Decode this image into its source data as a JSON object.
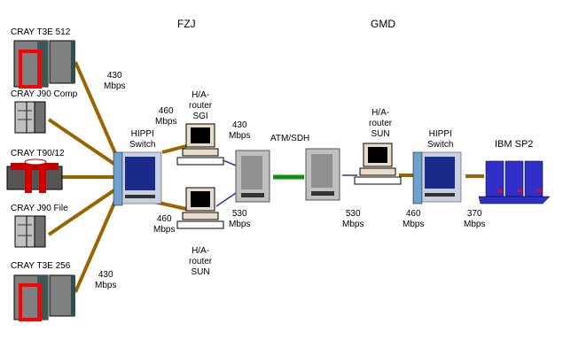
{
  "sites": {
    "left": "FZJ",
    "right": "GMD"
  },
  "machines": [
    {
      "id": "t3e512",
      "label": "CRAY T3E 512"
    },
    {
      "id": "j90comp",
      "label": "CRAY J90 Comp"
    },
    {
      "id": "t90",
      "label": "CRAY T90/12"
    },
    {
      "id": "j90file",
      "label": "CRAY J90 File"
    },
    {
      "id": "t3e256",
      "label": "CRAY T3E 256"
    },
    {
      "id": "ibmsp2",
      "label": "IBM SP2"
    }
  ],
  "switches": {
    "fzj": {
      "line1": "HIPPI",
      "line2": "Switch"
    },
    "gmd": {
      "line1": "HIPPI",
      "line2": "Switch"
    }
  },
  "routers": {
    "sgi": {
      "line1": "H/A-",
      "line2": "router",
      "line3": "SGI"
    },
    "sun_fzj": {
      "line1": "H/A-",
      "line2": "router",
      "line3": "SUN"
    },
    "sun_gmd": {
      "line1": "H/A-",
      "line2": "router",
      "line3": "SUN"
    }
  },
  "atm_label": "ATM/SDH",
  "links": {
    "t3e512": {
      "rate": "430",
      "unit": "Mbps"
    },
    "t3e256": {
      "rate": "430",
      "unit": "Mbps"
    },
    "switch_sgi": {
      "rate": "460",
      "unit": "Mbps"
    },
    "switch_sun": {
      "rate": "460",
      "unit": "Mbps"
    },
    "sgi_atm": {
      "rate": "430",
      "unit": "Mbps"
    },
    "sun_atm": {
      "rate": "530",
      "unit": "Mbps"
    },
    "atm_gmdsun": {
      "rate": "530",
      "unit": "Mbps"
    },
    "gmdsun_switch": {
      "rate": "460",
      "unit": "Mbps"
    },
    "switch_sp2": {
      "rate": "370",
      "unit": "Mbps"
    }
  },
  "colors": {
    "hippi_link": "#9a6400",
    "atm_link": "#109010",
    "router_link": "#3030c0",
    "cray_gray": "#808080",
    "cray_red": "#ff0000",
    "switch_blue": "#1a2a8a",
    "sp2_blue": "#3030c8"
  }
}
